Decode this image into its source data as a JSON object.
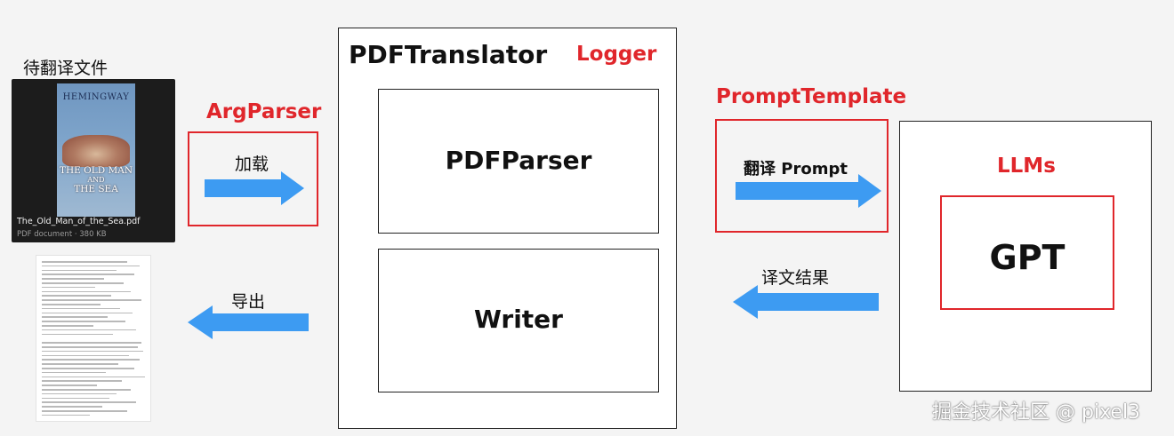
{
  "source_file": {
    "label": "待翻译文件",
    "cover_author": "HEMINGWAY",
    "cover_title_line1": "THE OLD MAN",
    "cover_title_line2": "AND",
    "cover_title_line3": "THE SEA",
    "file_name": "The_Old_Man_of_the_Sea.pdf",
    "file_meta": "PDF document · 380 KB"
  },
  "arg_parser": {
    "title": "ArgParser",
    "action": "加载"
  },
  "export": {
    "action": "导出"
  },
  "pdf_translator": {
    "title": "PDFTranslator",
    "logger": "Logger",
    "parser": "PDFParser",
    "writer": "Writer"
  },
  "prompt_template": {
    "title": "PromptTemplate",
    "action": "翻译 Prompt"
  },
  "result": {
    "action": "译文结果"
  },
  "llms": {
    "title": "LLMs",
    "model": "GPT"
  },
  "watermark": "掘金技术社区 @ pixel3",
  "colors": {
    "accent_red": "#e0262b",
    "arrow_blue": "#3d9bf2",
    "frame": "#222222"
  },
  "icons": [
    "right-arrow-icon",
    "left-arrow-icon",
    "pdf-document-icon",
    "text-document-icon"
  ]
}
